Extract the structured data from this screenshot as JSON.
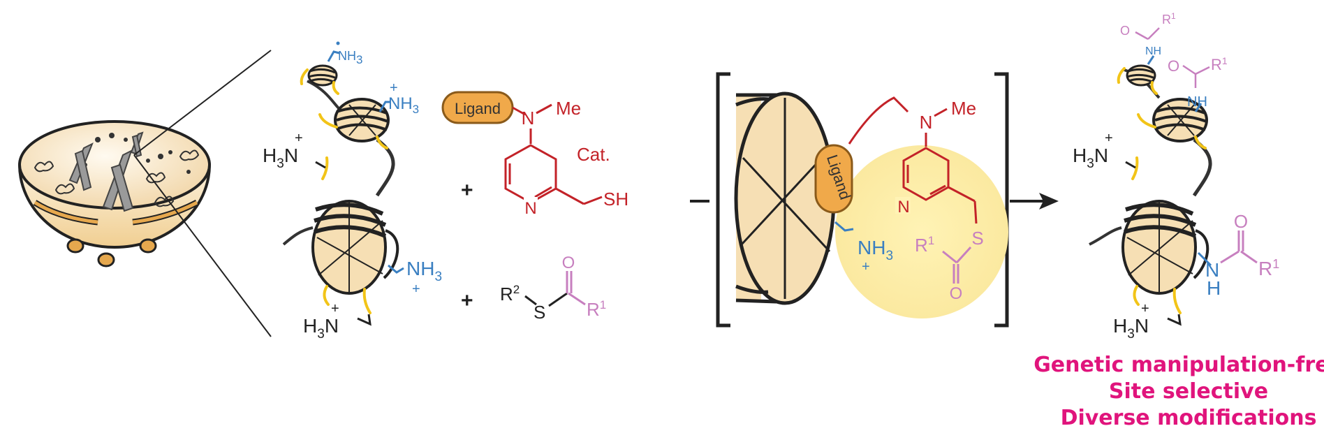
{
  "colors": {
    "blue": "#3a7fc1",
    "red": "#c32228",
    "pink": "#c77fbf",
    "yellow": "#f2c418",
    "orange": "#f0a94a",
    "magenta": "#e0147c",
    "cream": "#f6dfb4",
    "dark": "#222222"
  },
  "icons": [
    "nucleus-icon",
    "chromosome-icon",
    "nucleosome-icon",
    "histone-tail-icon"
  ],
  "labels": {
    "ligand": "Ligand",
    "me": "Me",
    "n": "N",
    "sh": "SH",
    "s": "S",
    "o": "O",
    "h": "H",
    "nh": "NH",
    "cat": "Cat.",
    "plus": "+",
    "r1": "R",
    "r1_sup": "1",
    "r2": "R",
    "r2_sup": "2",
    "h3n": "H",
    "h3n_sub": "3",
    "h3n_n": "N",
    "nh3": "NH",
    "nh3_sub": "3"
  },
  "features": [
    "Genetic manipulation-free",
    "Site selective",
    "Diverse modifications"
  ]
}
